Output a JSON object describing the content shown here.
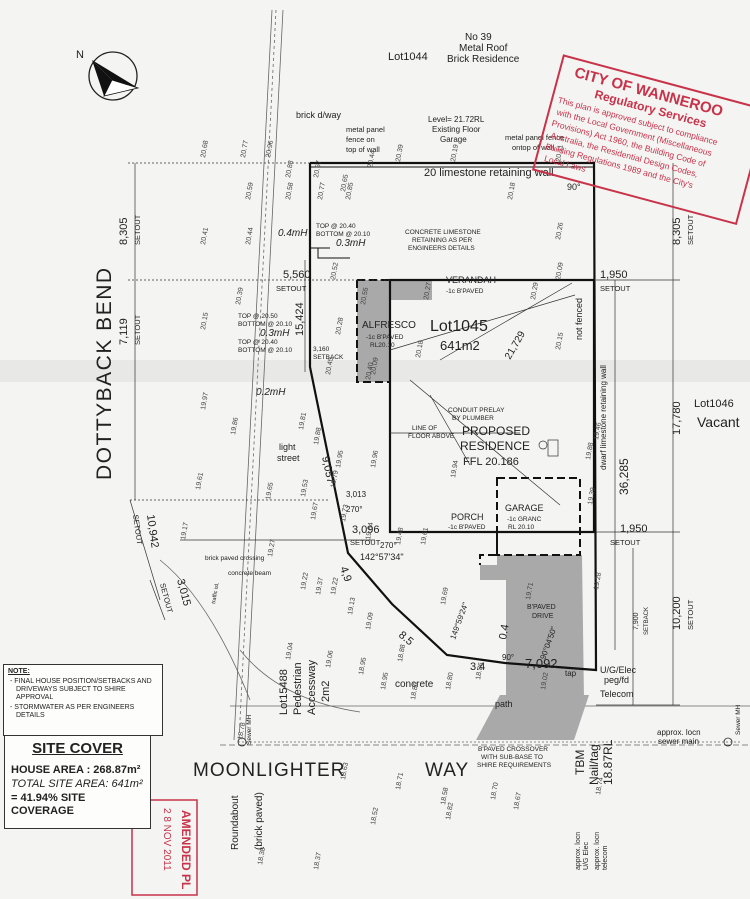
{
  "compass": {
    "north": "N"
  },
  "neighbours": {
    "lot1044": "Lot1044",
    "no39": "No 39",
    "metal_roof": "Metal Roof",
    "brick_residence": "Brick Residence",
    "lot1046": "Lot1046",
    "vacant": "Vacant"
  },
  "top_labels": {
    "brick_dway": "brick d/way",
    "level1": "Level= 21.72RL",
    "level2": "Existing Floor",
    "level3": "Garage",
    "fence_left1": "metal panel",
    "fence_left2": "fence on",
    "fence_left3": "top of wall",
    "fence_right1": "metal panel fence",
    "fence_right2": "ontop of wall",
    "retaining_wall": "20 limestone retaining wall",
    "angle_90": "90°",
    "concrete_wall1": "CONCRETE LIMESTONE",
    "concrete_wall2": "RETAINING AS PER",
    "concrete_wall3": "ENGINEERS DETAILS"
  },
  "lot": {
    "name": "Lot1045",
    "area": "641m2"
  },
  "rooms": {
    "verandah": "VERANDAH",
    "verandah_sub": "-1c B'PAVED",
    "alfresco": "ALFRESCO",
    "alfresco_sub1": "-1c B'PAVED",
    "alfresco_sub2": "RL20.10",
    "proposed1": "PROPOSED",
    "proposed2": "RESIDENCE",
    "ffl": "FFL 20.186",
    "line_floor1": "LINE OF",
    "line_floor2": "FLOOR ABOVE",
    "conduit1": "CONDUIT PRELAY",
    "conduit2": "BY PLUMBER",
    "garage": "GARAGE",
    "garage_sub1": "-1c GRANC",
    "garage_sub2": "RL 20.10",
    "porch": "PORCH",
    "porch_sub": "-1c B'PAVED",
    "drive1": "B'PAVED",
    "drive2": "DRIVE",
    "not_fenced": "not fenced",
    "dwarf_wall": "dwarf limestone retaining wall"
  },
  "dimensions": {
    "d8305_left": "8,305",
    "d8305_right": "8,305",
    "setout": "SETOUT",
    "d5560": "5,560",
    "d1950a": "1,950",
    "d15424": "15,424",
    "d7119": "7,119",
    "d17780": "17,780",
    "d21729": "21,729",
    "d36285": "36,285",
    "d9057": "9,057",
    "d10942": "10,942",
    "d3096": "3,096",
    "d1950b": "1,950",
    "d3013": "3,013",
    "d3160": "3,160",
    "d4900": "4,9",
    "d3015": "3,015",
    "d8500": "8.5",
    "d3400": "3.4",
    "d7092": "7,092",
    "d10200": "10,200",
    "d7900": "7,900",
    "angle_270a": "270°",
    "angle_270b": "270°",
    "angle_142": "142°57'34\"",
    "angle_149": "149°59'24\"",
    "angle_90b": "90°",
    "angle_90c": "90°04'50\"",
    "d0_4": "0.4"
  },
  "walls": {
    "top1": "TOP @ 20.40",
    "bot1": "BOTTOM @ 20.10",
    "top2": "TOP @ 20.50",
    "bot2": "BOTTOM @ 20.10",
    "top3": "TOP @ 20.40",
    "bot3": "BOTTOM @ 20.10",
    "hw1": "0.4mH",
    "hw2": "0.3mH",
    "hw3": "0.2mH",
    "hw4": "0.3mH",
    "setback": "SETBACK"
  },
  "streets": {
    "dottyback": "DOTTYBACK BEND",
    "moonlighter": "MOONLIGHTER",
    "way": "WAY",
    "roundabout": "Roundabout",
    "brick_paved": "(brick paved)",
    "light_street": "light",
    "light_street2": "street",
    "ped1": "Lot15488",
    "ped2": "Pedestrian",
    "ped3": "Accessway",
    "ped4": "2m2",
    "concrete": "concrete",
    "path": "path",
    "brick_paved_crossing": "brick paved crossing",
    "concrete_beam": "concrete beam",
    "traffic": "traffic isl."
  },
  "services": {
    "ug_elec1": "U/G/Elec",
    "ug_elec2": "peg/fd",
    "telecom": "Telecom",
    "sewer_main1": "approx. locn",
    "sewer_main2": "sewer main",
    "sewer_mh": "Sewer MH",
    "sewer_mh2": "Sewer MH",
    "tbm1": "TBM",
    "tbm2": "Nail/tag",
    "tbm3": "18.87RL",
    "crossover1": "B'PAVED CROSSOVER",
    "crossover2": "WITH SUB-BASE TO",
    "crossover3": "SHIRE REQUIREMENTS",
    "approx_elec1": "approx. locn",
    "approx_elec2": "U/G Elec",
    "approx_tel1": "approx. locn",
    "approx_tel2": "telecom",
    "tap": "tap"
  },
  "levels": [
    "20.68",
    "20.77",
    "20.96",
    "20.88",
    "20.67",
    "20.65",
    "20.44",
    "20.39",
    "20.19",
    "20.11",
    "20.59",
    "20.58",
    "20.77",
    "20.85",
    "20.18",
    "20.26",
    "20.41",
    "20.44",
    "20.39",
    "20.52",
    "20.55",
    "20.27",
    "20.29",
    "20.09",
    "20.15",
    "20.28",
    "20.45",
    "20.40",
    "20.18",
    "20.15",
    "19.97",
    "19.86",
    "19.81",
    "19.88",
    "19.95",
    "20.09",
    "19.96",
    "19.94",
    "19.88",
    "19.46",
    "19.61",
    "19.65",
    "19.53",
    "19.67",
    "19.79",
    "19.73",
    "19.64",
    "19.48",
    "19.61",
    "19.39",
    "19.17",
    "19.27",
    "19.22",
    "19.37",
    "19.22",
    "19.13",
    "19.09",
    "19.69",
    "19.71",
    "19.28",
    "19.04",
    "19.06",
    "18.95",
    "18.95",
    "18.88",
    "18.80",
    "18.86",
    "19.02",
    "18.86",
    "18.78",
    "18.63",
    "18.71",
    "18.52",
    "18.58",
    "18.70",
    "18.67",
    "18.74",
    "18.38",
    "18.37",
    "18.82"
  ],
  "notes": {
    "heading": "NOTE:",
    "n1": "- FINAL HOUSE POSITION/SETBACKS AND DRIVEWAYS SUBJECT TO SHIRE APPROVAL",
    "n2": "- STORMWATER AS PER ENGINEERS DETAILS"
  },
  "site_cover": {
    "title": "SITE COVER",
    "house_area": "HOUSE AREA : 268.87m²",
    "site_area": "TOTAL SITE AREA: 641m²",
    "coverage": "= 41.94% SITE COVERAGE"
  },
  "stamp": {
    "line1": "CITY OF WANNEROO",
    "line2": "Regulatory Services",
    "line3": "This plan is approved subject to compliance",
    "line4": "with the Local Government (Miscellaneous",
    "line5": "Provisions) Act 1960, the Building Code of",
    "line6": "Australia, the Residential Design Codes,",
    "line7": "Building Regulations 1989 and the City's",
    "line8": "Local Laws"
  },
  "amended": {
    "line1": "AMENDED PL",
    "line2": "2 8 NOV 2011"
  },
  "colors": {
    "paving": "#a9a9a9",
    "stamp": "#c8334a",
    "ink": "#222222"
  }
}
